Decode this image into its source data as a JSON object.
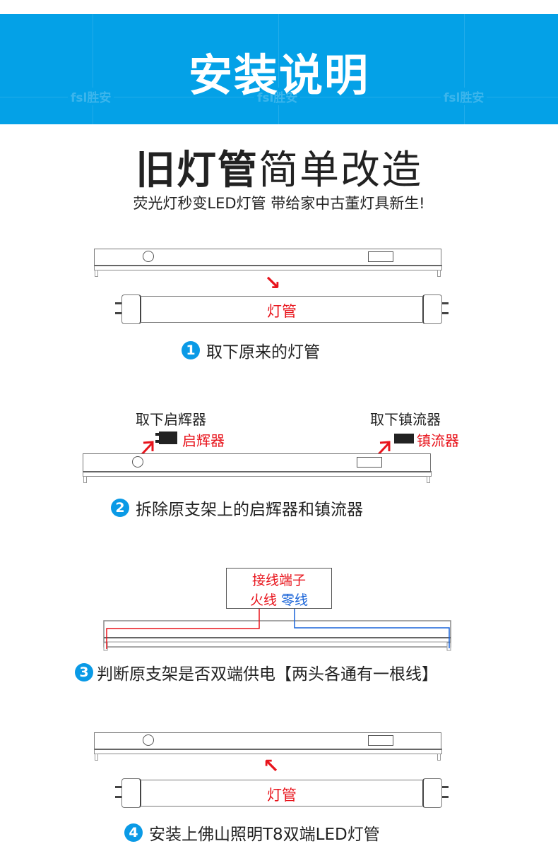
{
  "banner": {
    "title": "安装说明",
    "watermark": "fsl胜安",
    "color": "#04a1e7"
  },
  "headline": {
    "bold_part": "旧灯管",
    "light_part": "简单改造",
    "subtitle": "荧光灯秒变LED灯管 带给家中古董灯具新生!"
  },
  "steps": [
    {
      "number": "1",
      "text": "取下原来的灯管",
      "tube_label": "灯管",
      "arrow": "↘"
    },
    {
      "number": "2",
      "text": "拆除原支架上的启辉器和镇流器",
      "callout_left": "取下启辉器",
      "part_left": "启辉器",
      "callout_right": "取下镇流器",
      "part_right": "镇流器"
    },
    {
      "number": "3",
      "text": "判断原支架是否双端供电【两头各通有一根线】",
      "terminal_title": "接线端子",
      "live_wire": "火线",
      "neutral_wire": "零线",
      "live_color": "#e8141c",
      "neutral_color": "#1a64d8"
    },
    {
      "number": "4",
      "text": "安装上佛山照明T8双端LED灯管",
      "tube_label": "灯管",
      "arrow": "↖"
    }
  ],
  "colors": {
    "accent": "#0a9ae6",
    "label_red": "#e8141c",
    "text": "#222222"
  }
}
